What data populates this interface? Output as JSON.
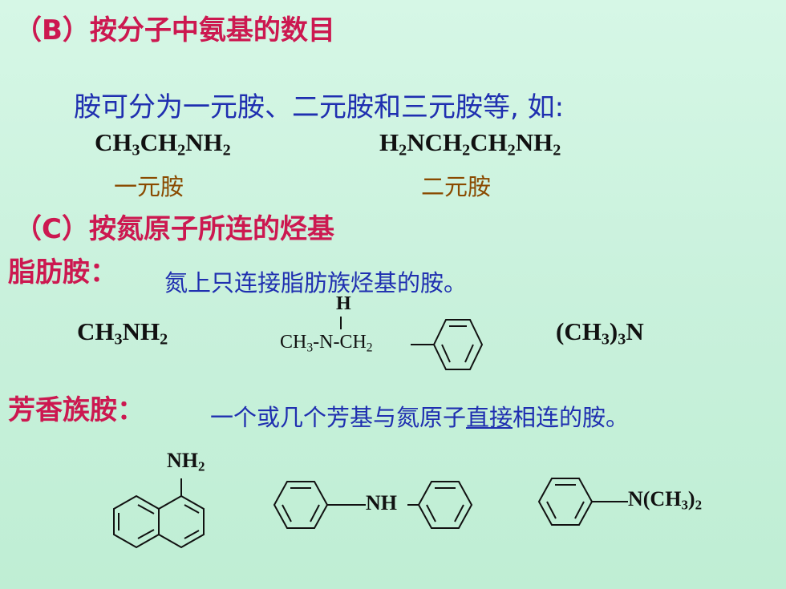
{
  "heading_b": "（B）按分子中氨基的数目",
  "intro": "胺可分为一元胺、二元胺和三元胺等, 如:",
  "formula_1": {
    "p1": "CH",
    "s1": "3",
    "p2": "CH",
    "s2": "2",
    "p3": "NH",
    "s3": "2"
  },
  "formula_2": {
    "p1": "H",
    "s1": "2",
    "p2": "NCH",
    "s2": "2",
    "p3": "CH",
    "s3": "2",
    "p4": "NH",
    "s4": "2"
  },
  "label_mono": "一元胺",
  "label_di": "二元胺",
  "heading_c": "（C）按氮原子所连的烃基",
  "aliphatic": {
    "term": "脂肪胺：",
    "desc": "氮上只连接脂肪族烃基的胺。"
  },
  "methylamine": {
    "p1": "CH",
    "s1": "3",
    "p2": "NH",
    "s2": "2"
  },
  "benzylmethylamine": {
    "h": "H",
    "ch3": "CH",
    "s1": "3",
    "mid": "-N-CH",
    "s2": "2"
  },
  "trimethylamine": {
    "p1": "(CH",
    "s1": "3",
    "p2": ")",
    "s2": "3",
    "p3": "N"
  },
  "aromatic": {
    "term": "芳香族胺：",
    "desc_a": "一个或几个芳基与氮原子",
    "desc_u": "直接",
    "desc_b": "相连的胺。"
  },
  "naphthylamine": {
    "p1": "NH",
    "s1": "2"
  },
  "diphenylamine": {
    "nh": "NH"
  },
  "dimethylaniline": {
    "p1": "N(CH",
    "s1": "3",
    "p2": ")",
    "s2": "2"
  }
}
